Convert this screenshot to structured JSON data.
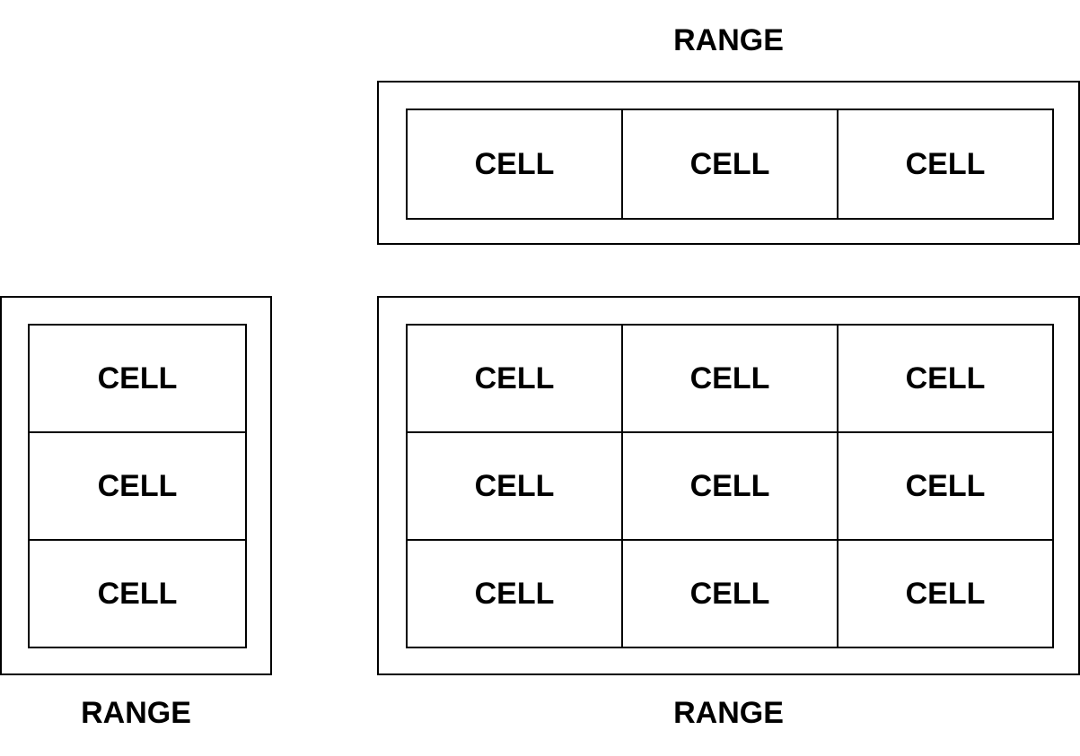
{
  "ranges": [
    {
      "id": "top",
      "label": "RANGE",
      "rows": 1,
      "cols": 3,
      "cells": [
        "CELL",
        "CELL",
        "CELL"
      ]
    },
    {
      "id": "left",
      "label": "RANGE",
      "rows": 3,
      "cols": 1,
      "cells": [
        "CELL",
        "CELL",
        "CELL"
      ]
    },
    {
      "id": "grid",
      "label": "RANGE",
      "rows": 3,
      "cols": 3,
      "cells": [
        "CELL",
        "CELL",
        "CELL",
        "CELL",
        "CELL",
        "CELL",
        "CELL",
        "CELL",
        "CELL"
      ]
    }
  ]
}
